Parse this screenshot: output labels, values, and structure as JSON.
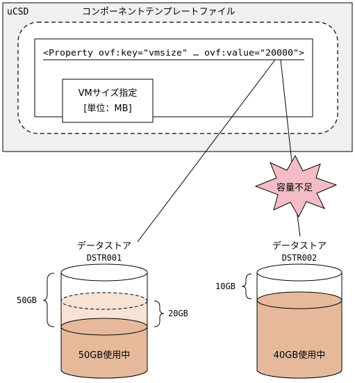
{
  "template": {
    "product_label": "uCSD",
    "title": "コンポーネントテンプレートファイル",
    "property_line": "<Property ovf:key=\"vmsize\"  … ovf:value=\"20000\">",
    "vmsize_label_line1": "VMサイズ指定",
    "vmsize_label_line2": "[単位：MB]"
  },
  "callout": {
    "label": "容量不足",
    "color": "#f4bcc6"
  },
  "datastores": [
    {
      "heading": "データストア",
      "id": "DSTR001",
      "used_label": "50GB使用中",
      "free_label": "50GB",
      "requested_label": "20GB"
    },
    {
      "heading": "データストア",
      "id": "DSTR002",
      "used_label": "40GB使用中",
      "free_label": "10GB"
    }
  ],
  "colors": {
    "used_fill": "#e6b99b",
    "requested_fill": "#f7e3d6",
    "panel_fill": "#f0f0f0"
  }
}
